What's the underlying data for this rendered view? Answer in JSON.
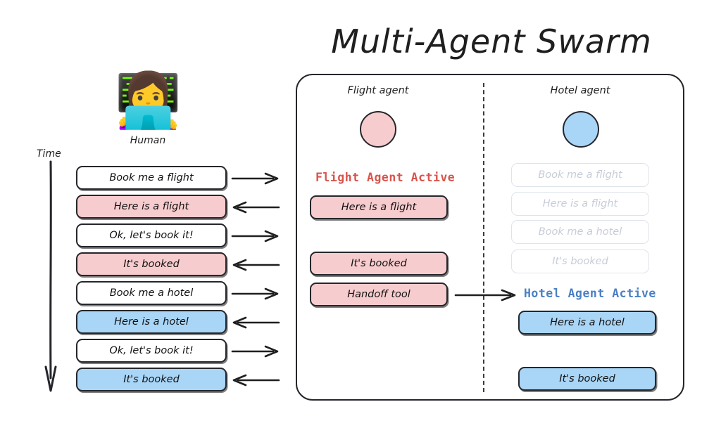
{
  "title": "Multi-Agent Swarm",
  "human": {
    "icon": "woman-technologist-emoji",
    "glyph": "👩‍💻",
    "label": "Human"
  },
  "time_axis": {
    "label": "Time",
    "direction": "downward"
  },
  "colors": {
    "pink": "#f7ccce",
    "blue": "#a9d5f6",
    "flight_active_red": "#d9544b",
    "hotel_active_blue": "#4a7fc4",
    "ghost_text": "#c7ccd8",
    "ink": "#25262b"
  },
  "conversation": [
    {
      "text": "Book me a flight",
      "fill": "white",
      "direction": "right"
    },
    {
      "text": "Here is a flight",
      "fill": "pink",
      "direction": "left"
    },
    {
      "text": "Ok, let's book it!",
      "fill": "white",
      "direction": "right"
    },
    {
      "text": "It's booked",
      "fill": "pink",
      "direction": "left"
    },
    {
      "text": "Book me a hotel",
      "fill": "white",
      "direction": "right"
    },
    {
      "text": "Here is a hotel",
      "fill": "blue",
      "direction": "left"
    },
    {
      "text": "Ok, let's book it!",
      "fill": "white",
      "direction": "right"
    },
    {
      "text": "It's booked",
      "fill": "blue",
      "direction": "left"
    }
  ],
  "flight_agent": {
    "heading": "Flight agent",
    "status": "Flight Agent Active",
    "messages": [
      {
        "text": "Here is a flight",
        "fill": "pink"
      },
      {
        "text": "It's booked",
        "fill": "pink"
      },
      {
        "text": "Handoff tool",
        "fill": "pink"
      }
    ]
  },
  "hotel_agent": {
    "heading": "Hotel agent",
    "status": "Hotel Agent Active",
    "ghost_messages": [
      {
        "text": "Book me a flight"
      },
      {
        "text": "Here is a flight"
      },
      {
        "text": "Book me a hotel"
      },
      {
        "text": "It's booked"
      }
    ],
    "messages": [
      {
        "text": "Here is a hotel",
        "fill": "blue"
      },
      {
        "text": "It's booked",
        "fill": "blue"
      }
    ]
  }
}
